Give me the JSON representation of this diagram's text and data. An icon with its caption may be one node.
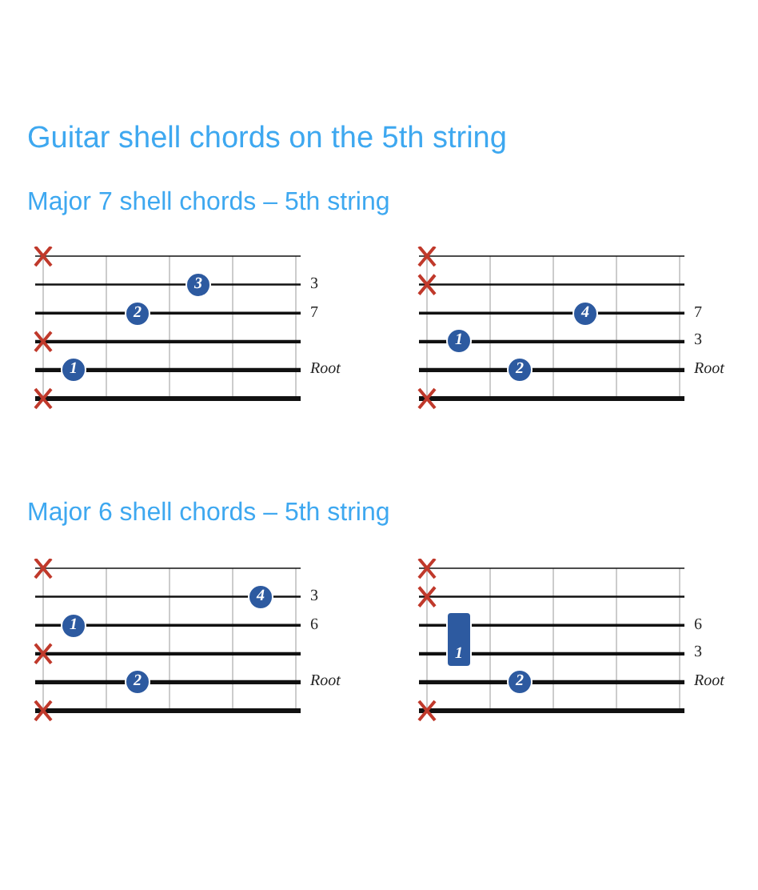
{
  "diagram": {
    "title": "Guitar shell chords on the 5th string",
    "nodes": [
      {
        "text": [
          "3"
        ]
      },
      {
        "text": [
          "2"
        ]
      },
      {
        "text": [
          "1"
        ]
      },
      {
        "text": [
          "4"
        ]
      },
      {
        "text": [
          "1"
        ]
      },
      {
        "text": [
          "2"
        ]
      },
      {
        "text": [
          "4"
        ]
      },
      {
        "text": [
          "1"
        ]
      },
      {
        "text": [
          "2"
        ]
      },
      {
        "text": [
          "1"
        ]
      },
      {
        "text": [
          "2"
        ]
      }
    ],
    "labels": [
      "Major 7 shell chords – 5th string",
      "3",
      "7",
      "Root",
      "7",
      "3",
      "Root",
      "Major 6 shell chords – 5th string",
      "3",
      "6",
      "Root",
      "6",
      "3",
      "Root"
    ]
  }
}
